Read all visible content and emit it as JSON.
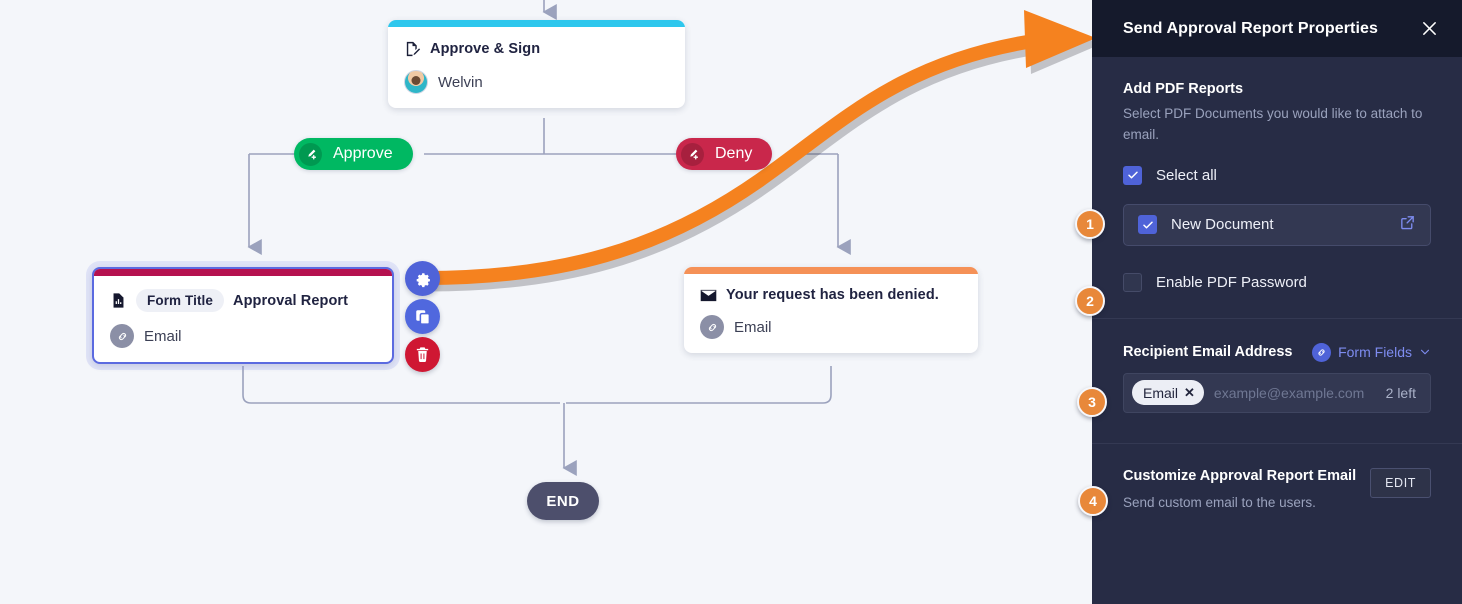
{
  "canvas": {
    "nodes": {
      "approve_sign": {
        "title": "Approve & Sign",
        "assignee": "Welvin",
        "title_icon": "sign-document-icon",
        "accent_color": "#2ec7ed"
      },
      "approval_report": {
        "chip_label": "Form Title",
        "title": "Approval Report",
        "channel": "Email",
        "title_icon": "report-document-icon",
        "channel_icon": "link-icon",
        "accent_color": "#b5114f",
        "selected": true
      },
      "denied": {
        "title": "Your request has been denied.",
        "channel": "Email",
        "title_icon": "envelope-icon",
        "channel_icon": "link-icon",
        "accent_color": "#f59157"
      },
      "end": {
        "label": "END"
      }
    },
    "branches": {
      "approve": {
        "label": "Approve",
        "color": "#00b862",
        "icon": "signature-add-icon"
      },
      "deny": {
        "label": "Deny",
        "color": "#c9274b",
        "icon": "signature-add-icon"
      }
    },
    "node_actions": [
      {
        "name": "settings",
        "icon": "gear-icon",
        "color": "#4f63d8"
      },
      {
        "name": "duplicate",
        "icon": "copy-icon",
        "color": "#5068de"
      },
      {
        "name": "delete",
        "icon": "trash-icon",
        "color": "#cf1733"
      }
    ],
    "annotation_arrow_color": "#f5821f"
  },
  "panel": {
    "title": "Send Approval Report Properties",
    "close_icon": "close-icon",
    "add_pdf": {
      "heading": "Add PDF Reports",
      "description": "Select PDF Documents you would like to attach to email.",
      "select_all": {
        "label": "Select all",
        "checked": true
      },
      "documents": [
        {
          "label": "New Document",
          "checked": true,
          "action_icon": "external-link-icon"
        }
      ],
      "enable_password": {
        "label": "Enable PDF Password",
        "checked": false
      }
    },
    "recipient": {
      "heading": "Recipient Email Address",
      "form_fields_label": "Form Fields",
      "form_fields_icon": "link-icon",
      "chevron_icon": "chevron-down-icon",
      "tag": "Email",
      "tag_remove_icon": "close-icon",
      "placeholder": "example@example.com",
      "remaining": "2 left"
    },
    "customize": {
      "heading": "Customize Approval Report Email",
      "description": "Send custom email to the users.",
      "edit_label": "EDIT"
    },
    "accent_color": "#4f63d8",
    "header_bg": "#151a2c",
    "body_bg": "#272c45"
  },
  "steps": [
    {
      "number": "1"
    },
    {
      "number": "2"
    },
    {
      "number": "3"
    },
    {
      "number": "4"
    }
  ]
}
